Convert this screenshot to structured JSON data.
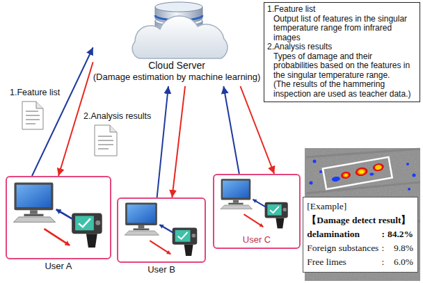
{
  "diagram": {
    "nodes": [
      {
        "text": [
          "Cloud Server",
          "(Damage estimation by machine learning)"
        ]
      },
      {
        "text": [
          "1.Feature list",
          "Output list of features in the singular temperature range from infrared images",
          "2.Analysis results",
          "Types of damage and their probabilities based on the features in the singular temperature range.",
          "(The results of the hammering inspection are used as teacher data.)"
        ]
      },
      {
        "text": [
          "User A"
        ]
      },
      {
        "text": [
          "User B"
        ]
      },
      {
        "text": [
          "User C"
        ]
      },
      {
        "text": [
          "[Example]",
          "【Damage detect result】",
          "delamination",
          ":",
          "84.2%",
          "Foreign substances",
          ":",
          "9.8%",
          "Free limes",
          ":",
          "6.0%"
        ]
      }
    ],
    "edges": [
      {
        "from": 2,
        "to": 0,
        "arrow": "to"
      },
      {
        "from": 0,
        "to": 2,
        "arrow": "to"
      },
      {
        "from": 3,
        "to": 0,
        "arrow": "to"
      },
      {
        "from": 0,
        "to": 3,
        "arrow": "to"
      },
      {
        "from": 4,
        "to": 0,
        "arrow": "to"
      },
      {
        "from": 0,
        "to": 4,
        "arrow": "to"
      }
    ],
    "labels": [
      "1.Feature list",
      "2.Analysis results"
    ]
  }
}
